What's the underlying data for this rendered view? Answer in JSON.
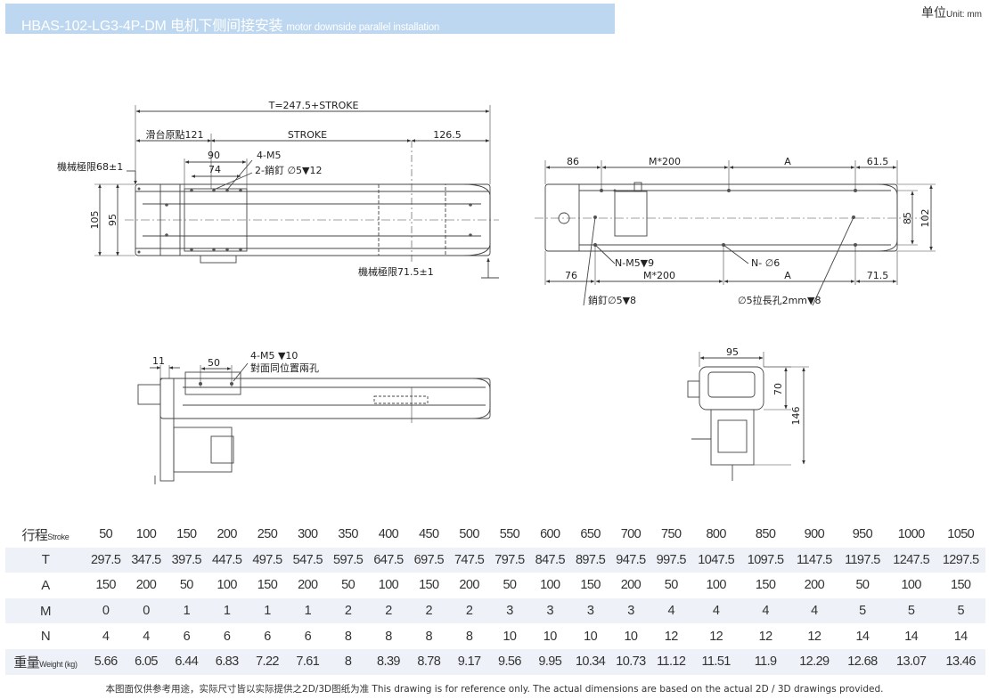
{
  "header": {
    "model": "HBAS-102-LG3-4P-DM",
    "title_cn": "电机下侧间接安装",
    "title_en": "motor downside parallel installation",
    "unit_label": "单位",
    "unit_value": "Unit: mm"
  },
  "colors": {
    "title_bar": "#bcd7ef",
    "row_shade": "#eef2f8",
    "line": "#444444"
  },
  "top_view": {
    "overall": "T=247.5+STROKE",
    "origin": "滑台原點121",
    "stroke": "STROKE",
    "right_end": "126.5",
    "d90": "90",
    "d74": "74",
    "m5": "4-M5",
    "pin": "2-銷釘 ∅5▼12",
    "limit_left": "機械極限68±1",
    "limit_right": "機械極限71.5±1",
    "h105": "105",
    "h95": "95"
  },
  "bottom_view": {
    "d86": "86",
    "m200_top": "M*200",
    "a_top": "A",
    "d61_5": "61.5",
    "h85": "85",
    "h102": "102",
    "nm5": "N-M5▼9",
    "n6": "N- ∅6",
    "d76": "76",
    "m200_bot": "M*200",
    "a_bot": "A",
    "d71_5": "71.5",
    "pin_note": "銷釘∅5▼8",
    "slot_note": "∅5拉長孔2mm▼8"
  },
  "side_view": {
    "d11": "11",
    "d50": "50",
    "m5_10": "4-M5 ▼10",
    "opposite": "對面同位置兩孔"
  },
  "end_view": {
    "w95": "95",
    "h70": "70",
    "h146": "146"
  },
  "table": {
    "rows": [
      {
        "label": "行程",
        "sub": "Stroke",
        "values": [
          "50",
          "100",
          "150",
          "200",
          "250",
          "300",
          "350",
          "400",
          "450",
          "500",
          "550",
          "600",
          "650",
          "700",
          "750",
          "800",
          "850",
          "900",
          "950",
          "1000",
          "1050"
        ]
      },
      {
        "label": "T",
        "sub": "",
        "values": [
          "297.5",
          "347.5",
          "397.5",
          "447.5",
          "497.5",
          "547.5",
          "597.5",
          "647.5",
          "697.5",
          "747.5",
          "797.5",
          "847.5",
          "897.5",
          "947.5",
          "997.5",
          "1047.5",
          "1097.5",
          "1147.5",
          "1197.5",
          "1247.5",
          "1297.5"
        ]
      },
      {
        "label": "A",
        "sub": "",
        "values": [
          "150",
          "200",
          "50",
          "100",
          "150",
          "200",
          "50",
          "100",
          "150",
          "200",
          "50",
          "100",
          "150",
          "200",
          "50",
          "100",
          "150",
          "200",
          "50",
          "100",
          "150"
        ]
      },
      {
        "label": "M",
        "sub": "",
        "values": [
          "0",
          "0",
          "1",
          "1",
          "1",
          "1",
          "2",
          "2",
          "2",
          "2",
          "3",
          "3",
          "3",
          "3",
          "4",
          "4",
          "4",
          "4",
          "5",
          "5",
          "5"
        ]
      },
      {
        "label": "N",
        "sub": "",
        "values": [
          "4",
          "4",
          "6",
          "6",
          "6",
          "6",
          "8",
          "8",
          "8",
          "8",
          "10",
          "10",
          "10",
          "10",
          "12",
          "12",
          "12",
          "12",
          "14",
          "14",
          "14"
        ]
      },
      {
        "label": "重量",
        "sub": "Weight (kg)",
        "values": [
          "5.66",
          "6.05",
          "6.44",
          "6.83",
          "7.22",
          "7.61",
          "8",
          "8.39",
          "8.78",
          "9.17",
          "9.56",
          "9.95",
          "10.34",
          "10.73",
          "11.12",
          "11.51",
          "11.9",
          "12.29",
          "12.68",
          "13.07",
          "13.46"
        ]
      }
    ]
  },
  "footnote": "本图面仅供参考用途，实际尺寸皆以实际提供之2D/3D图纸为准 This drawing is for reference only. The actual dimensions are based on the actual 2D / 3D drawings provided."
}
